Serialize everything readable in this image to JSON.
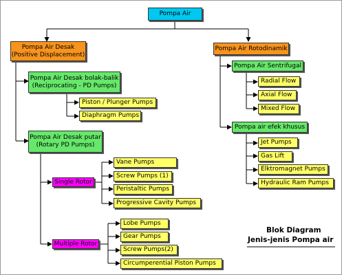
{
  "root": "Pompa Air",
  "desak": {
    "line1": "Pompa Air Desak",
    "line2": "(Positive Displacement)"
  },
  "rotodinamik": "Pompa Air Rotodinamik",
  "bolak_balik": {
    "line1": "Pompa Air Desak bolak-balik",
    "line2": "(Reciprocating - PD Pumps)"
  },
  "piston_plunger": "Piston / Plunger Pumps",
  "diaphragm": "Diaphragm Pumps",
  "putar": {
    "line1": "Pompa Air Desak putar",
    "line2": "(Rotary PD Pumps)"
  },
  "single_rotor": "Single Rotor",
  "single_items": [
    "Vane Pumps",
    "Screw Pumps (1)",
    "Peristaltic Pumps",
    "Progressive Cavity Pumps"
  ],
  "multiple_rotor": "Multiple Rotor",
  "multiple_items": [
    "Lobe Pumps",
    "Gear Pumps",
    "Screw Pumps(2)",
    "Circumperential Piston Pumps"
  ],
  "sentrifugal": "Pompa Air Sentrifugal",
  "sentrifugal_items": [
    "Radial Flow",
    "Axial Flow",
    "Mixed Flow"
  ],
  "efek_khusus": "Pompa air efek khusus",
  "efek_items": [
    "Jet Pumps",
    "Gas Lift",
    "Elktromagnet Pumps",
    "Hydraulic Ram Pumps"
  ],
  "caption": {
    "line1": "Blok Diagram",
    "line2": "Jenis-jenis Pompa air"
  },
  "colors": {
    "root": "#00c8f0",
    "category": "#f7941d",
    "subcategory": "#66e86a",
    "leaf": "#ffff66",
    "rotor": "#ff00ff"
  }
}
